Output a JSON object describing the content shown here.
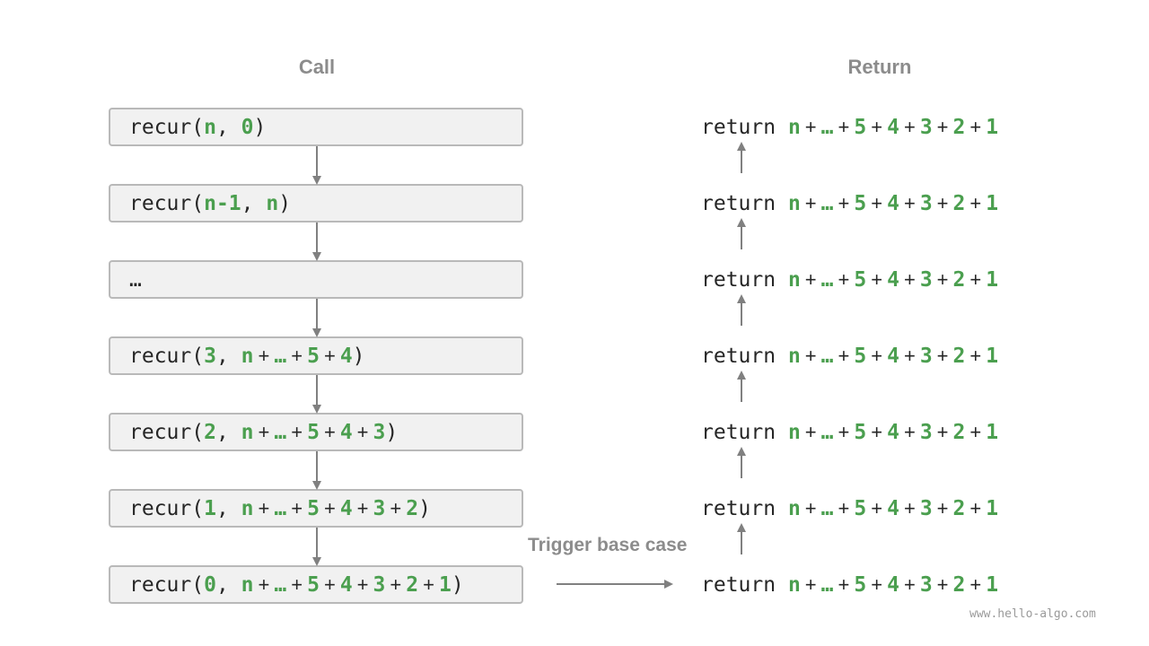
{
  "titles": {
    "call": "Call",
    "return": "Return"
  },
  "call_frames": [
    [
      {
        "t": "recur("
      },
      {
        "t": "n",
        "g": 1
      },
      {
        "t": ", "
      },
      {
        "t": "0",
        "g": 1
      },
      {
        "t": ")"
      }
    ],
    [
      {
        "t": "recur("
      },
      {
        "t": "n-1",
        "g": 1
      },
      {
        "t": ", "
      },
      {
        "t": "n",
        "g": 1
      },
      {
        "t": ")"
      }
    ],
    [
      {
        "t": "…"
      }
    ],
    [
      {
        "t": "recur("
      },
      {
        "t": "3",
        "g": 1
      },
      {
        "t": ", "
      },
      {
        "t": "n",
        "g": 1
      },
      {
        "t": "+",
        "op": 1
      },
      {
        "t": "…",
        "g": 1
      },
      {
        "t": "+",
        "op": 1
      },
      {
        "t": "5",
        "g": 1
      },
      {
        "t": "+",
        "op": 1
      },
      {
        "t": "4",
        "g": 1
      },
      {
        "t": ")"
      }
    ],
    [
      {
        "t": "recur("
      },
      {
        "t": "2",
        "g": 1
      },
      {
        "t": ", "
      },
      {
        "t": "n",
        "g": 1
      },
      {
        "t": "+",
        "op": 1
      },
      {
        "t": "…",
        "g": 1
      },
      {
        "t": "+",
        "op": 1
      },
      {
        "t": "5",
        "g": 1
      },
      {
        "t": "+",
        "op": 1
      },
      {
        "t": "4",
        "g": 1
      },
      {
        "t": "+",
        "op": 1
      },
      {
        "t": "3",
        "g": 1
      },
      {
        "t": ")"
      }
    ],
    [
      {
        "t": "recur("
      },
      {
        "t": "1",
        "g": 1
      },
      {
        "t": ", "
      },
      {
        "t": "n",
        "g": 1
      },
      {
        "t": "+",
        "op": 1
      },
      {
        "t": "…",
        "g": 1
      },
      {
        "t": "+",
        "op": 1
      },
      {
        "t": "5",
        "g": 1
      },
      {
        "t": "+",
        "op": 1
      },
      {
        "t": "4",
        "g": 1
      },
      {
        "t": "+",
        "op": 1
      },
      {
        "t": "3",
        "g": 1
      },
      {
        "t": "+",
        "op": 1
      },
      {
        "t": "2",
        "g": 1
      },
      {
        "t": ")"
      }
    ],
    [
      {
        "t": "recur("
      },
      {
        "t": "0",
        "g": 1
      },
      {
        "t": ", "
      },
      {
        "t": "n",
        "g": 1
      },
      {
        "t": "+",
        "op": 1
      },
      {
        "t": "…",
        "g": 1
      },
      {
        "t": "+",
        "op": 1
      },
      {
        "t": "5",
        "g": 1
      },
      {
        "t": "+",
        "op": 1
      },
      {
        "t": "4",
        "g": 1
      },
      {
        "t": "+",
        "op": 1
      },
      {
        "t": "3",
        "g": 1
      },
      {
        "t": "+",
        "op": 1
      },
      {
        "t": "2",
        "g": 1
      },
      {
        "t": "+",
        "op": 1
      },
      {
        "t": "1",
        "g": 1
      },
      {
        "t": ")"
      }
    ]
  ],
  "return_row": [
    {
      "t": "return "
    },
    {
      "t": "n",
      "g": 1
    },
    {
      "t": "+",
      "op": 1
    },
    {
      "t": "…",
      "g": 1
    },
    {
      "t": "+",
      "op": 1
    },
    {
      "t": "5",
      "g": 1
    },
    {
      "t": "+",
      "op": 1
    },
    {
      "t": "4",
      "g": 1
    },
    {
      "t": "+",
      "op": 1
    },
    {
      "t": "3",
      "g": 1
    },
    {
      "t": "+",
      "op": 1
    },
    {
      "t": "2",
      "g": 1
    },
    {
      "t": "+",
      "op": 1
    },
    {
      "t": "1",
      "g": 1
    }
  ],
  "return_count": 7,
  "base_case_label": "Trigger base case",
  "watermark": "www.hello-algo.com",
  "colors": {
    "highlight": "#4b9f4f",
    "text": "#262626",
    "muted": "#8c8c8c",
    "box_fill": "#f1f1f1",
    "box_border": "#b9b9b9",
    "arrow": "#808080"
  }
}
